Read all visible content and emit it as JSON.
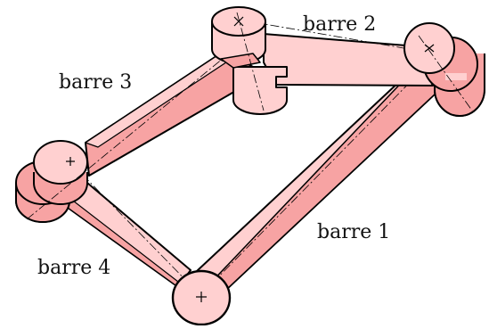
{
  "labels": {
    "bar1": "barre 1",
    "bar2": "barre 2",
    "bar3": "barre 3",
    "bar4": "barre 4"
  },
  "colors": {
    "light_fill": "#ffd0d0",
    "dark_fill": "#f7a3a3",
    "outline": "#000000"
  }
}
